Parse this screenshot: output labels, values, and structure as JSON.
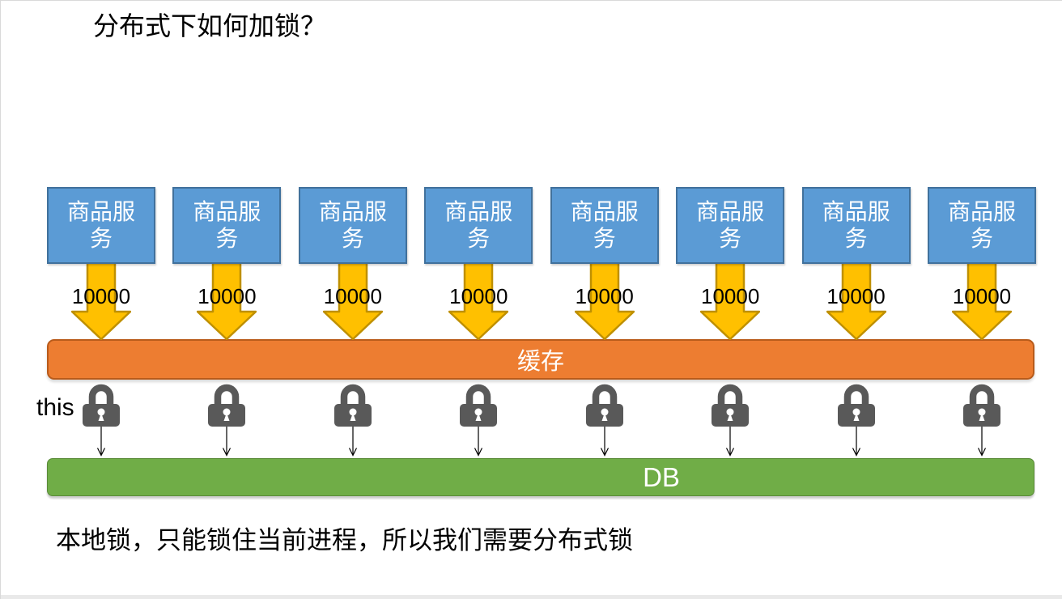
{
  "title": "分布式下如何加锁？",
  "services": [
    {
      "label": "商品服务",
      "count": "10000"
    },
    {
      "label": "商品服务",
      "count": "10000"
    },
    {
      "label": "商品服务",
      "count": "10000"
    },
    {
      "label": "商品服务",
      "count": "10000"
    },
    {
      "label": "商品服务",
      "count": "10000"
    },
    {
      "label": "商品服务",
      "count": "10000"
    },
    {
      "label": "商品服务",
      "count": "10000"
    },
    {
      "label": "商品服务",
      "count": "10000"
    }
  ],
  "cache": {
    "label": "缓存"
  },
  "db": {
    "label": "DB"
  },
  "this_label": "this",
  "footnote": "本地锁，只能锁住当前进程，所以我们需要分布式锁",
  "colors": {
    "service-fill": "#5B9BD5",
    "service-border": "#41719C",
    "arrow-fill": "#FFC000",
    "arrow-border": "#BF9000",
    "cache-fill": "#ED7D31",
    "cache-border": "#B85B1B",
    "db-fill": "#70AD47",
    "db-border": "#598A38",
    "lock-color": "#595959"
  }
}
